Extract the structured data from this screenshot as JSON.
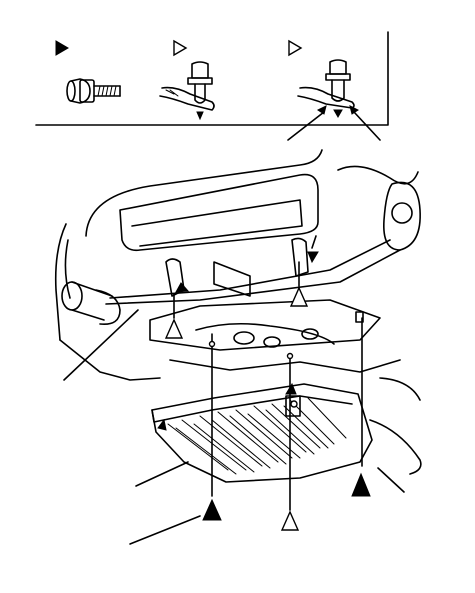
{
  "legend": {
    "items": [
      {
        "marker": "solid-triangle",
        "part": "flange-bolt"
      },
      {
        "marker": "hollow-triangle",
        "part": "clip"
      },
      {
        "marker": "hollow-triangle",
        "part": "clip-with-pin"
      }
    ]
  },
  "callout_markers": [
    "hollow",
    "hollow",
    "solid",
    "solid",
    "hollow"
  ],
  "colors": {
    "ink": "#000000",
    "paper": "#ffffff"
  }
}
